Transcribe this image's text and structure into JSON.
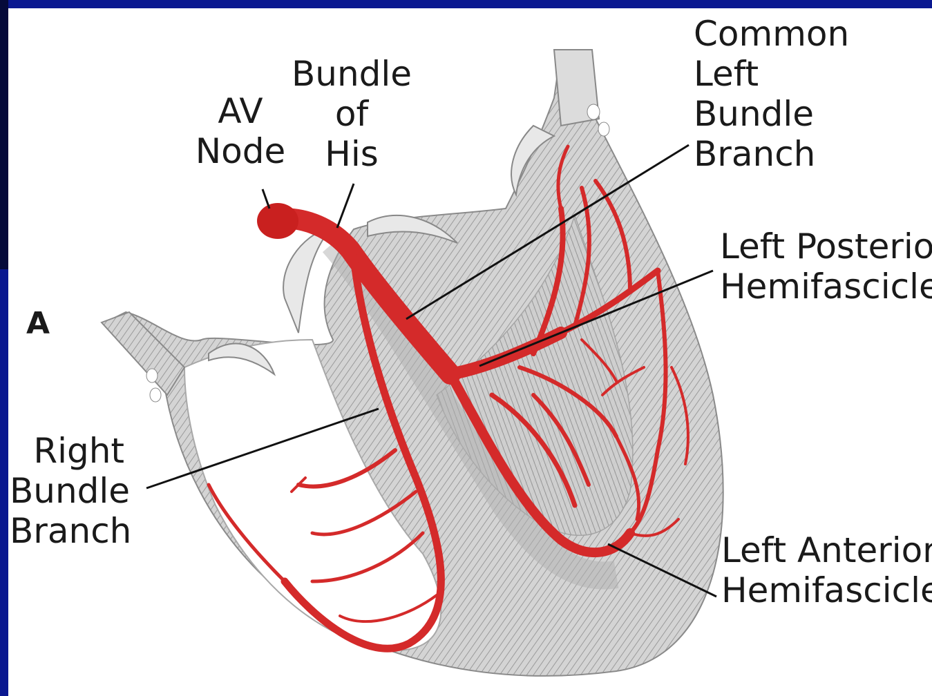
{
  "labels": {
    "panel_letter": "A",
    "av_node": [
      "AV",
      "Node"
    ],
    "bundle_of_his": [
      "Bundle",
      "of",
      "His"
    ],
    "common_left_bundle_branch": [
      "Common",
      "Left",
      "Bundle",
      "Branch"
    ],
    "left_posterior_hemifascicle": [
      "Left Posterior",
      "Hemifascicle"
    ],
    "right_bundle_branch": [
      "Right",
      "Bundle",
      "Branch"
    ],
    "left_anterior_hemifascicle": [
      "Left Anterior",
      "Hemifascicle"
    ]
  },
  "colors": {
    "background": "#0a1890",
    "panel": "#ffffff",
    "conduction": "#d42a2a",
    "tissue": "#c8c8c8",
    "leader": "#111111"
  }
}
